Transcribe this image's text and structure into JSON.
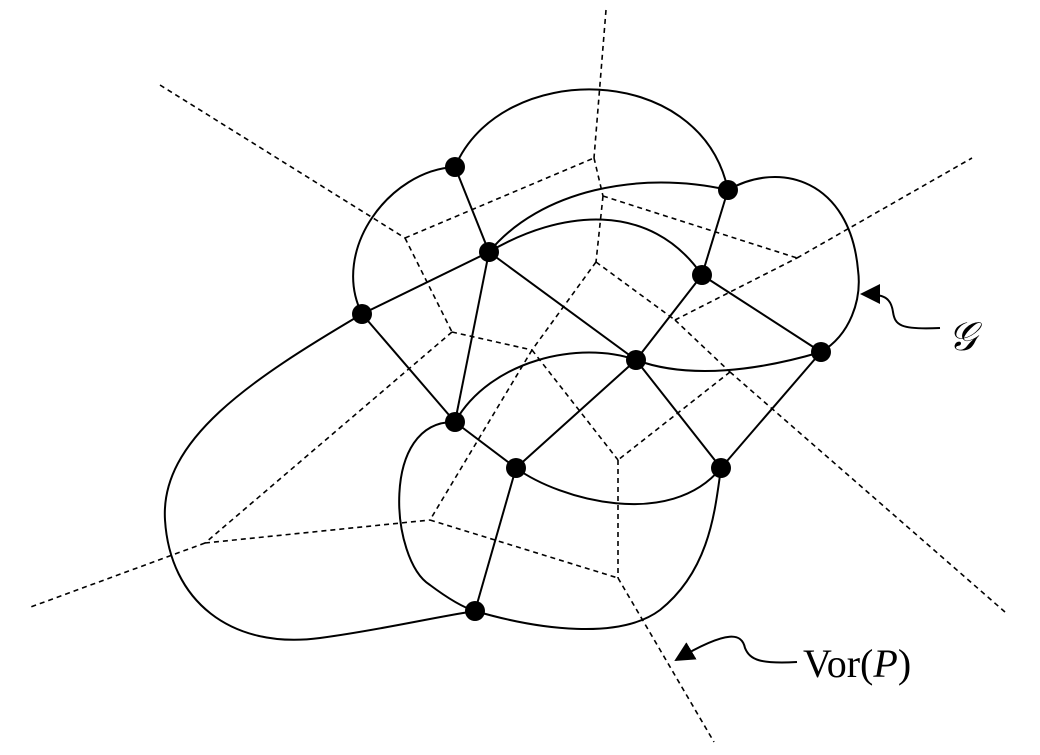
{
  "labels": {
    "graph": "𝒢",
    "voronoi_prefix": "Vor(",
    "voronoi_var": "P",
    "voronoi_suffix": ")"
  },
  "colors": {
    "stroke": "#000000",
    "background": "#ffffff"
  }
}
